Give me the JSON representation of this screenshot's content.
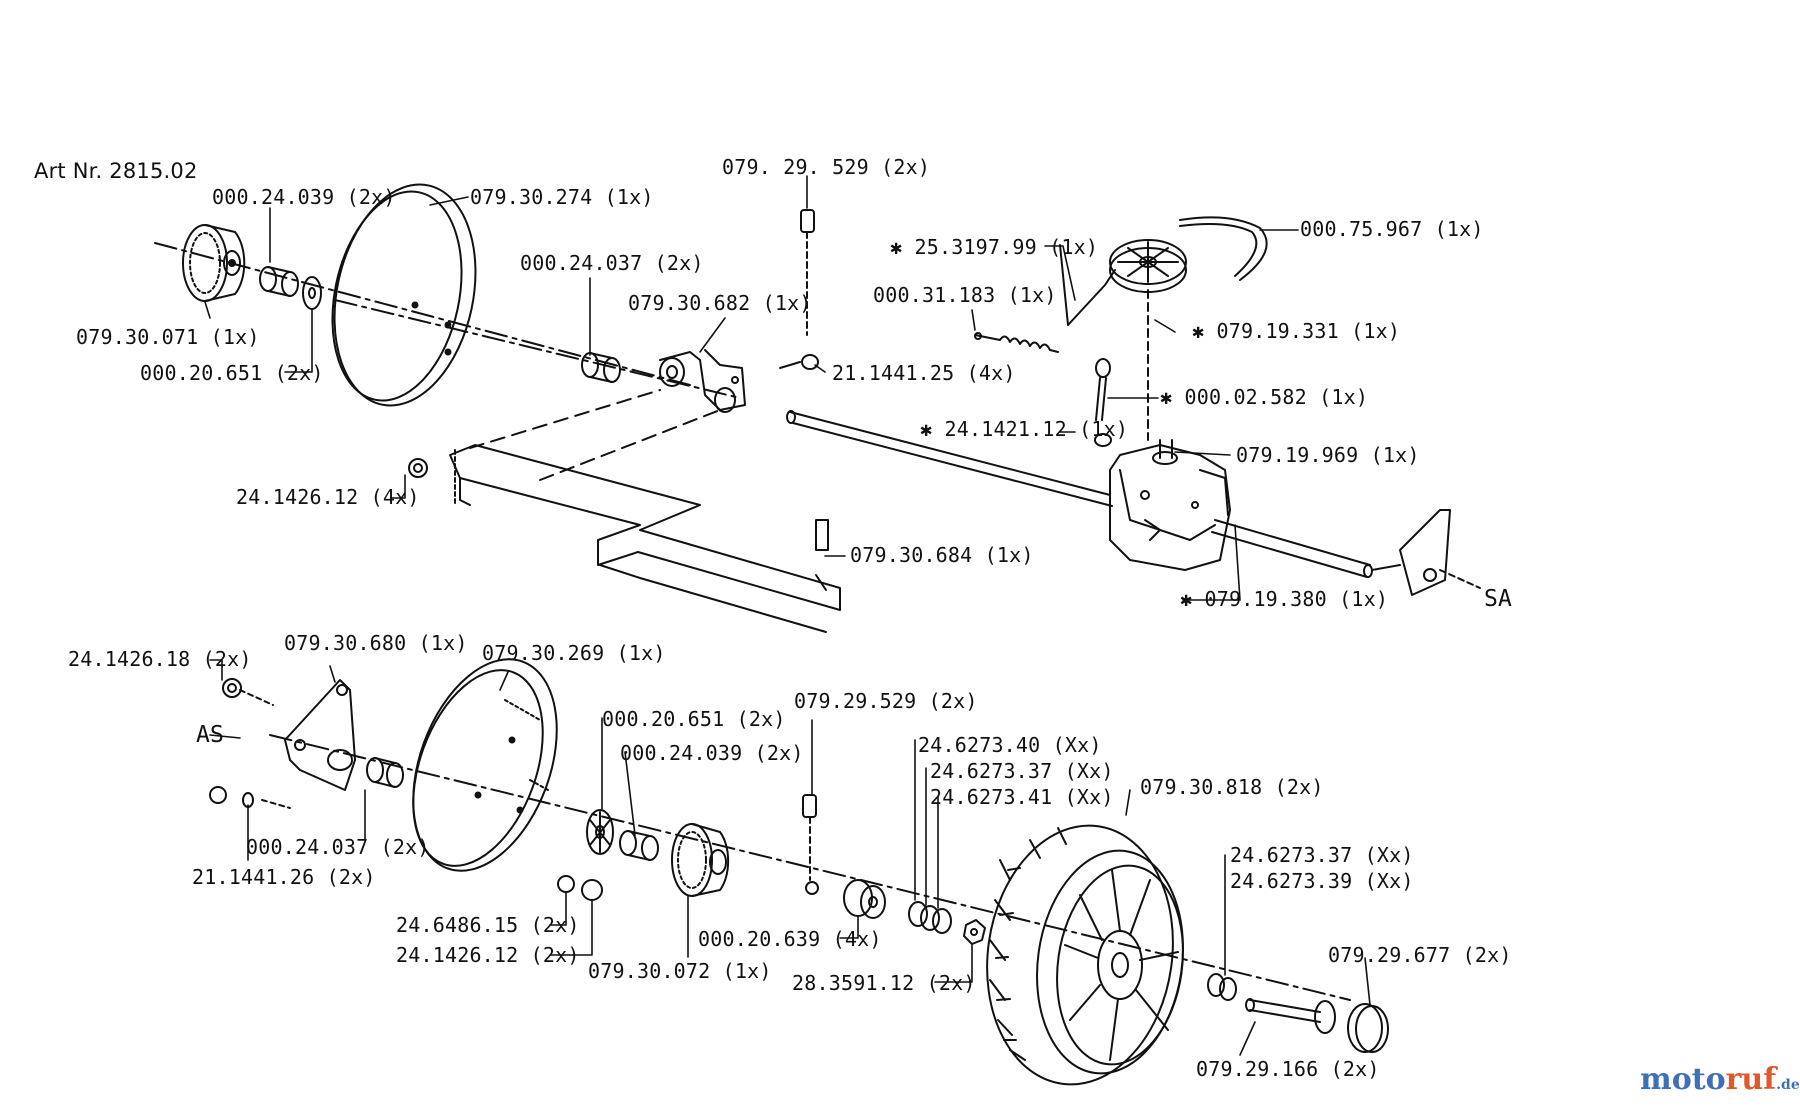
{
  "diagram": {
    "article_number": "Art Nr. 2815.02",
    "parts": [
      {
        "id": "p1",
        "label": "000.24.039  (2x)"
      },
      {
        "id": "p2",
        "label": "079.30.274  (1x)"
      },
      {
        "id": "p3",
        "label": "079. 29. 529  (2x)"
      },
      {
        "id": "p4",
        "label": "000.75.967  (1x)"
      },
      {
        "id": "p5",
        "label": "✱ 25.3197.99  (1x)"
      },
      {
        "id": "p6",
        "label": "000.24.037  (2x)"
      },
      {
        "id": "p7",
        "label": "079.30.682  (1x)"
      },
      {
        "id": "p8",
        "label": "000.31.183  (1x)"
      },
      {
        "id": "p9",
        "label": "✱ 079.19.331  (1x)"
      },
      {
        "id": "p10",
        "label": "079.30.071  (1x)"
      },
      {
        "id": "p11",
        "label": "000.20.651  (2x)"
      },
      {
        "id": "p12",
        "label": "21.1441.25  (4x)"
      },
      {
        "id": "p13",
        "label": "✱ 000.02.582  (1x)"
      },
      {
        "id": "p14",
        "label": "✱ 24.1421.12  (1x)"
      },
      {
        "id": "p15",
        "label": "079.19.969  (1x)"
      },
      {
        "id": "p16",
        "label": "24.1426.12  (4x)"
      },
      {
        "id": "p17",
        "label": "079.30.684  (1x)"
      },
      {
        "id": "p18",
        "label": "✱ 079.19.380  (1x)"
      },
      {
        "id": "p19",
        "label": "SA"
      },
      {
        "id": "p20",
        "label": "24.1426.18  (2x)"
      },
      {
        "id": "p21",
        "label": "079.30.680  (1x)"
      },
      {
        "id": "p22",
        "label": "079.30.269  (1x)"
      },
      {
        "id": "p23",
        "label": "079.29.529  (2x)"
      },
      {
        "id": "p24",
        "label": "AS"
      },
      {
        "id": "p25",
        "label": "000.20.651  (2x)"
      },
      {
        "id": "p26",
        "label": "000.24.039  (2x)"
      },
      {
        "id": "p27",
        "label": "24.6273.40  (Xx)"
      },
      {
        "id": "p28",
        "label": "24.6273.37  (Xx)"
      },
      {
        "id": "p29",
        "label": "24.6273.41  (Xx)"
      },
      {
        "id": "p30",
        "label": "079.30.818  (2x)"
      },
      {
        "id": "p31",
        "label": "000.24.037  (2x)"
      },
      {
        "id": "p32",
        "label": "21.1441.26  (2x)"
      },
      {
        "id": "p33",
        "label": "24.6273.37  (Xx)"
      },
      {
        "id": "p34",
        "label": "24.6273.39  (Xx)"
      },
      {
        "id": "p35",
        "label": "24.6486.15  (2x)"
      },
      {
        "id": "p36",
        "label": "24.1426.12  (2x)"
      },
      {
        "id": "p37",
        "label": "000.20.639  (4x)"
      },
      {
        "id": "p38",
        "label": "079.30.072  (1x)"
      },
      {
        "id": "p39",
        "label": "28.3591.12  (2x)"
      },
      {
        "id": "p40",
        "label": "079.29.677  (2x)"
      },
      {
        "id": "p41",
        "label": "079.29.166  (2x)"
      }
    ]
  },
  "watermark": {
    "part1": "moto",
    "part2": "ruf",
    "part3": ".de"
  },
  "colors": {
    "ink": "#111111",
    "brand_blue": "#3f6fb6",
    "brand_orange": "#e0572b"
  }
}
